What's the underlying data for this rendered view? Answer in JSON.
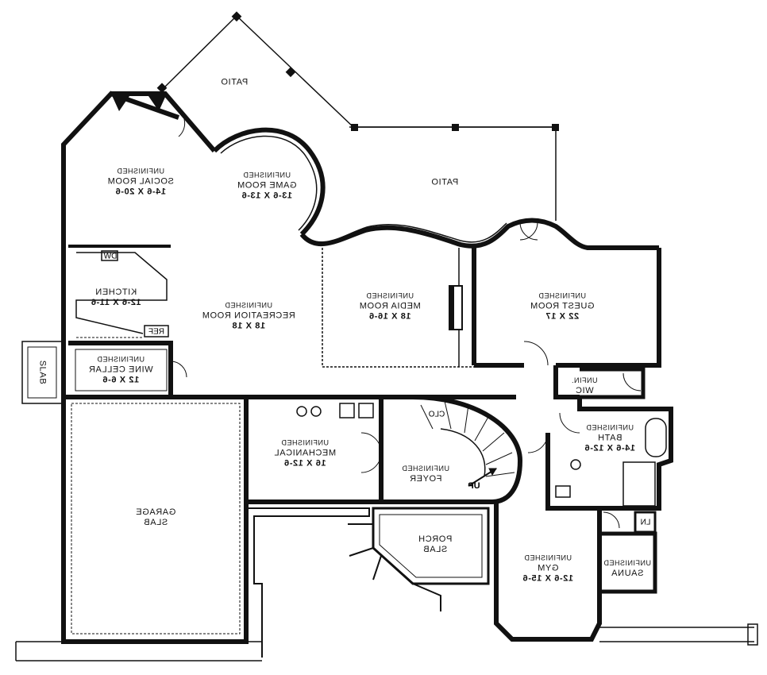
{
  "plan": {
    "rooms": {
      "patio_top": {
        "name": "PATIO"
      },
      "patio_main": {
        "name": "PATIO"
      },
      "social": {
        "status": "UNFINISHED",
        "name": "SOCIAL ROOM",
        "dims": "14-6 X 20-6"
      },
      "game": {
        "status": "UNFINISHED",
        "name": "GAME ROOM",
        "dims": "13-6 X 13-6"
      },
      "kitchen": {
        "name": "KITCHEN",
        "dims": "12-6 X 11-6"
      },
      "recreation": {
        "status": "UNFINISHED",
        "name": "RECREATION ROOM",
        "dims": "18 X 18"
      },
      "media": {
        "status": "UNFINISHED",
        "name": "MEDIA ROOM",
        "dims": "18 X 16-6"
      },
      "guest": {
        "status": "UNFINISHED",
        "name": "GUEST ROOM",
        "dims": "22 X 17"
      },
      "wine": {
        "status": "UNFINISHED",
        "name": "WINE CELLAR",
        "dims": "12 X 6-6"
      },
      "mechanical": {
        "status": "UNFINISHED",
        "name": "MECHANICAL",
        "dims": "16 X 12-6"
      },
      "foyer": {
        "status": "UNFINISHED",
        "name": "FOYER"
      },
      "bath": {
        "status": "UNFINISHED",
        "name": "BATH",
        "dims": "14-6 X 12-6"
      },
      "wic": {
        "status": "UNFIN.",
        "name": "WIC"
      },
      "garage": {
        "name": "GARAGE",
        "name2": "SLAB"
      },
      "porch": {
        "name": "PORCH",
        "name2": "SLAB"
      },
      "gym": {
        "status": "UNFINISHED",
        "name": "GYM",
        "dims": "12-6 X 15-6"
      },
      "sauna": {
        "status": "UNFINISHED",
        "name": "SAUNA"
      },
      "slab_side": {
        "name": "SLAB"
      }
    },
    "tags": {
      "dw": "DW",
      "ref": "REF",
      "clo": "CLO",
      "ln": "LN",
      "up": "UP"
    }
  }
}
